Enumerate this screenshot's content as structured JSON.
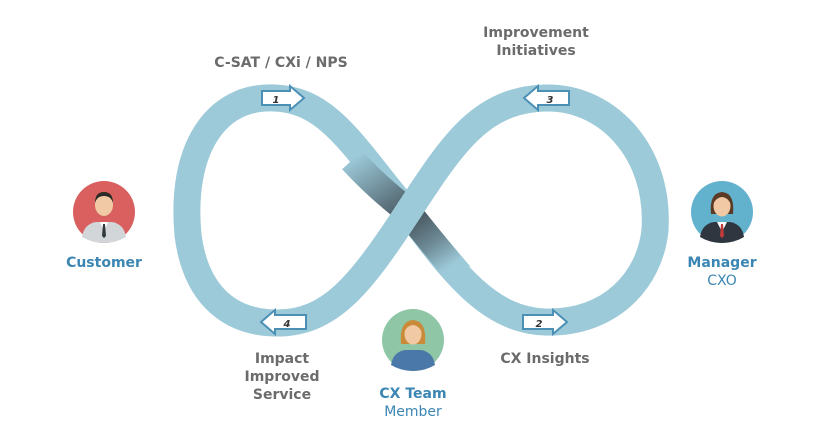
{
  "labels": {
    "csat": "C-SAT / CXi / NPS",
    "improvement_line1": "Improvement",
    "improvement_line2": "Initiatives",
    "cx_insights": "CX Insights",
    "impact_line1": "Impact",
    "impact_line2": "Improved",
    "impact_line3": "Service"
  },
  "actors": {
    "customer": {
      "name": "Customer"
    },
    "manager": {
      "name": "Manager",
      "role": "CXO"
    },
    "cx_team": {
      "name": "CX Team",
      "role": "Member"
    }
  },
  "arrows": [
    {
      "number": "1",
      "direction": "right"
    },
    {
      "number": "2",
      "direction": "right"
    },
    {
      "number": "3",
      "direction": "left"
    },
    {
      "number": "4",
      "direction": "left"
    }
  ],
  "colors": {
    "loop": "#9dcad9",
    "loop_dark": "#45535b",
    "grey_text": "#6b6b6b",
    "blue_text": "#3b86b3",
    "customer_bg": "#d9605f",
    "manager_bg": "#62b2ce",
    "cx_team_bg": "#8fc6a6"
  }
}
